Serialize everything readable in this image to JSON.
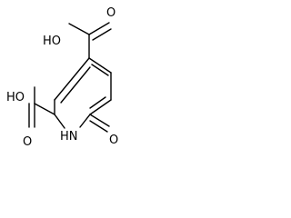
{
  "molecule": {
    "labels": {
      "upper_carboxyl_oxygen": "O",
      "upper_carboxyl_hydroxyl": "HO",
      "lower_carboxyl_oxygen": "O",
      "lower_carboxyl_hydroxyl": "HO",
      "ring_nitrogen": "HN",
      "ketone_oxygen": "O"
    }
  }
}
